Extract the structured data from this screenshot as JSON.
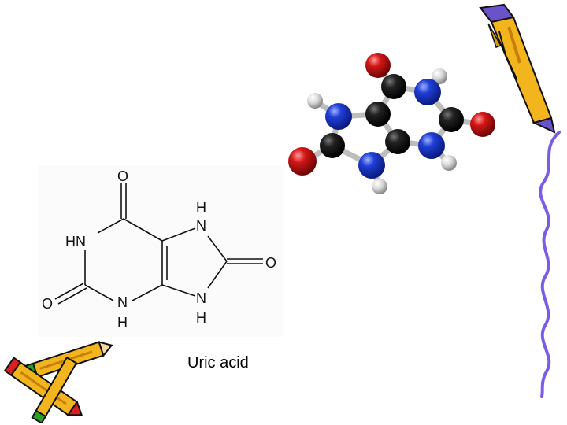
{
  "slide": {
    "caption": "Uric acid"
  },
  "structure": {
    "labels": {
      "o_top": "O",
      "h_top": "H",
      "n7": "N",
      "hn": "HN",
      "o_right": "O",
      "o_left": "O",
      "n3": "N",
      "n9": "N",
      "h_bottom_left": "H",
      "h_bottom_right": "H"
    }
  },
  "colors": {
    "carbon": "#111111",
    "nitrogen": "#1f3fd6",
    "oxygen": "#d41717",
    "hydrogen": "#d8d8d8",
    "pen_body": "#f2b51e",
    "pen_tip": "#6a52c8",
    "wavy_line": "#7b5ce6",
    "pencil_red": "#d82020",
    "pencil_green": "#2aa02a"
  },
  "decorations": {
    "pen": "pen-icon",
    "pencils": "pencils-icon",
    "wavy_line": "wavy-line-decoration",
    "ball_and_stick": "ball-and-stick-model"
  }
}
